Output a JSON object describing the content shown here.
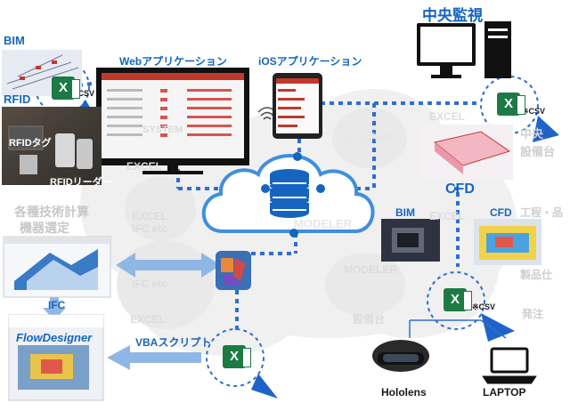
{
  "labels": {
    "top_monitoring": "中央監視",
    "bim": "BIM",
    "rfid": "RFID",
    "web_app": "Webアプリケーション",
    "ios_app": "iOSアプリケーション",
    "csv_left": "※CSV",
    "csv_right": "※CSV",
    "csv_bottom": "※CSV",
    "rfid_tag": "RFIDタグ",
    "rfid_reader": "RFIDリーダー",
    "cfd_main": "CFD",
    "bim_right": "BIM",
    "cfd_right": "CFD",
    "ifc": "IFC",
    "vba": "VBAスクリプト",
    "hololens": "Hololens",
    "laptop": "LAPTOP",
    "flowdesigner": "FlowDesigner",
    "calc_line1": "各種技術計算",
    "calc_line2": "機器選定",
    "right_1": "中央",
    "right_2": "設備台",
    "right_3": "工程・品",
    "right_4": "製品仕",
    "right_5": "発注",
    "excel_icon_letter": "X"
  },
  "background_words": [
    "SYSTEM",
    "MODELER",
    "EXCEL",
    "IFC etc",
    "EXCEL",
    "EXCEL",
    "MODELER",
    "EXCEL",
    "IFC etc",
    "SYSTEM",
    "EXCEL",
    "設備台"
  ],
  "colors": {
    "accent_blue": "#1565c0",
    "dotted_blue": "#2e6fd1",
    "arrow_light_blue": "#8fb7e6",
    "excel_green": "#1d7a45",
    "cloud_blue": "#3f8ee0"
  }
}
